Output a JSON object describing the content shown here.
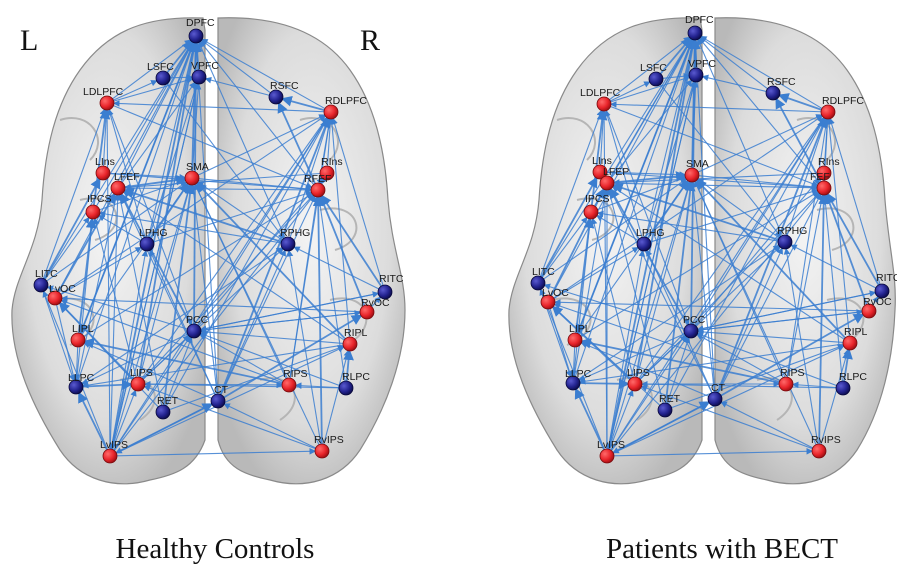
{
  "colors": {
    "edge": "#3b7ed0",
    "node_red": "#e8242a",
    "node_blue": "#23238f",
    "brain_fill": "#e4e4e4",
    "brain_stroke": "#8a8a8a",
    "background": "#ffffff"
  },
  "hemisphere_labels": {
    "left": "L",
    "right": "R"
  },
  "panels": [
    {
      "id": "hc",
      "caption": "Healthy Controls",
      "nodes": [
        {
          "id": "DPFC",
          "label": "DPFC",
          "color": "blue"
        },
        {
          "id": "VPFC",
          "label": "VPFC",
          "color": "blue"
        },
        {
          "id": "LSFC",
          "label": "LSFC",
          "color": "blue"
        },
        {
          "id": "RSFC",
          "label": "RSFC",
          "color": "blue"
        },
        {
          "id": "LDLPFC",
          "label": "LDLPFC",
          "color": "red"
        },
        {
          "id": "RDLPFC",
          "label": "RDLPFC",
          "color": "red"
        },
        {
          "id": "LIns",
          "label": "LIns",
          "color": "red"
        },
        {
          "id": "RIns",
          "label": "RIns",
          "color": "red"
        },
        {
          "id": "SMA",
          "label": "SMA",
          "color": "red"
        },
        {
          "id": "LFEF",
          "label": "LFEF",
          "color": "red"
        },
        {
          "id": "RFEF",
          "label": "RFEF",
          "color": "red"
        },
        {
          "id": "LIPCS",
          "label": "IPCS",
          "color": "red"
        },
        {
          "id": "LPHG",
          "label": "LPHG",
          "color": "blue"
        },
        {
          "id": "RPHG",
          "label": "RPHG",
          "color": "blue"
        },
        {
          "id": "LITC",
          "label": "LITC",
          "color": "blue"
        },
        {
          "id": "RITC",
          "label": "RITC",
          "color": "blue"
        },
        {
          "id": "LvOC",
          "label": "LvOC",
          "color": "red"
        },
        {
          "id": "RvOC",
          "label": "RvOC",
          "color": "red"
        },
        {
          "id": "PCC",
          "label": "PCC",
          "color": "blue"
        },
        {
          "id": "LIPL",
          "label": "LIPL",
          "color": "red"
        },
        {
          "id": "RIPL",
          "label": "RIPL",
          "color": "red"
        },
        {
          "id": "LLPC",
          "label": "LLPC",
          "color": "blue"
        },
        {
          "id": "RLPC",
          "label": "RLPC",
          "color": "blue"
        },
        {
          "id": "LIPS",
          "label": "LIPS",
          "color": "red"
        },
        {
          "id": "RIPS",
          "label": "RIPS",
          "color": "red"
        },
        {
          "id": "RET",
          "label": "RET",
          "color": "blue"
        },
        {
          "id": "CT",
          "label": "CT",
          "color": "blue"
        },
        {
          "id": "LvIPS",
          "label": "LvIPS",
          "color": "red"
        },
        {
          "id": "RvIPS",
          "label": "RvIPS",
          "color": "red"
        }
      ]
    },
    {
      "id": "bect",
      "caption": "Patients with BECT",
      "nodes": [
        {
          "id": "DPFC",
          "label": "DPFC",
          "color": "blue"
        },
        {
          "id": "VPFC",
          "label": "VPFC",
          "color": "blue"
        },
        {
          "id": "LSFC",
          "label": "LSFC",
          "color": "blue"
        },
        {
          "id": "RSFC",
          "label": "RSFC",
          "color": "blue"
        },
        {
          "id": "LDLPFC",
          "label": "LDLPFC",
          "color": "red"
        },
        {
          "id": "RDLPFC",
          "label": "RDLPFC",
          "color": "red"
        },
        {
          "id": "LIns",
          "label": "LIns",
          "color": "red"
        },
        {
          "id": "RIns",
          "label": "RIns",
          "color": "red"
        },
        {
          "id": "SMA",
          "label": "SMA",
          "color": "red"
        },
        {
          "id": "LFEF",
          "label": "LFEP",
          "color": "red"
        },
        {
          "id": "RFEF",
          "label": "FEF",
          "color": "red"
        },
        {
          "id": "LIPCS",
          "label": "IPCS",
          "color": "red"
        },
        {
          "id": "LPHG",
          "label": "LPHG",
          "color": "blue"
        },
        {
          "id": "RPHG",
          "label": "RPHG",
          "color": "blue"
        },
        {
          "id": "LITC",
          "label": "LITC",
          "color": "blue"
        },
        {
          "id": "RITC",
          "label": "RITC",
          "color": "blue"
        },
        {
          "id": "LvOC",
          "label": "LvOC",
          "color": "red"
        },
        {
          "id": "RvOC",
          "label": "RvOC",
          "color": "red"
        },
        {
          "id": "PCC",
          "label": "PCC",
          "color": "blue"
        },
        {
          "id": "LIPL",
          "label": "LIPL",
          "color": "red"
        },
        {
          "id": "RIPL",
          "label": "RIPL",
          "color": "red"
        },
        {
          "id": "LLPC",
          "label": "LLPC",
          "color": "blue"
        },
        {
          "id": "RLPC",
          "label": "RLPC",
          "color": "blue"
        },
        {
          "id": "LIPS",
          "label": "LIPS",
          "color": "red"
        },
        {
          "id": "RIPS",
          "label": "RIPS",
          "color": "red"
        },
        {
          "id": "RET",
          "label": "RET",
          "color": "blue"
        },
        {
          "id": "CT",
          "label": "CT",
          "color": "blue"
        },
        {
          "id": "LvIPS",
          "label": "LvIPS",
          "color": "red"
        },
        {
          "id": "RvIPS",
          "label": "RvIPS",
          "color": "red"
        }
      ]
    }
  ]
}
